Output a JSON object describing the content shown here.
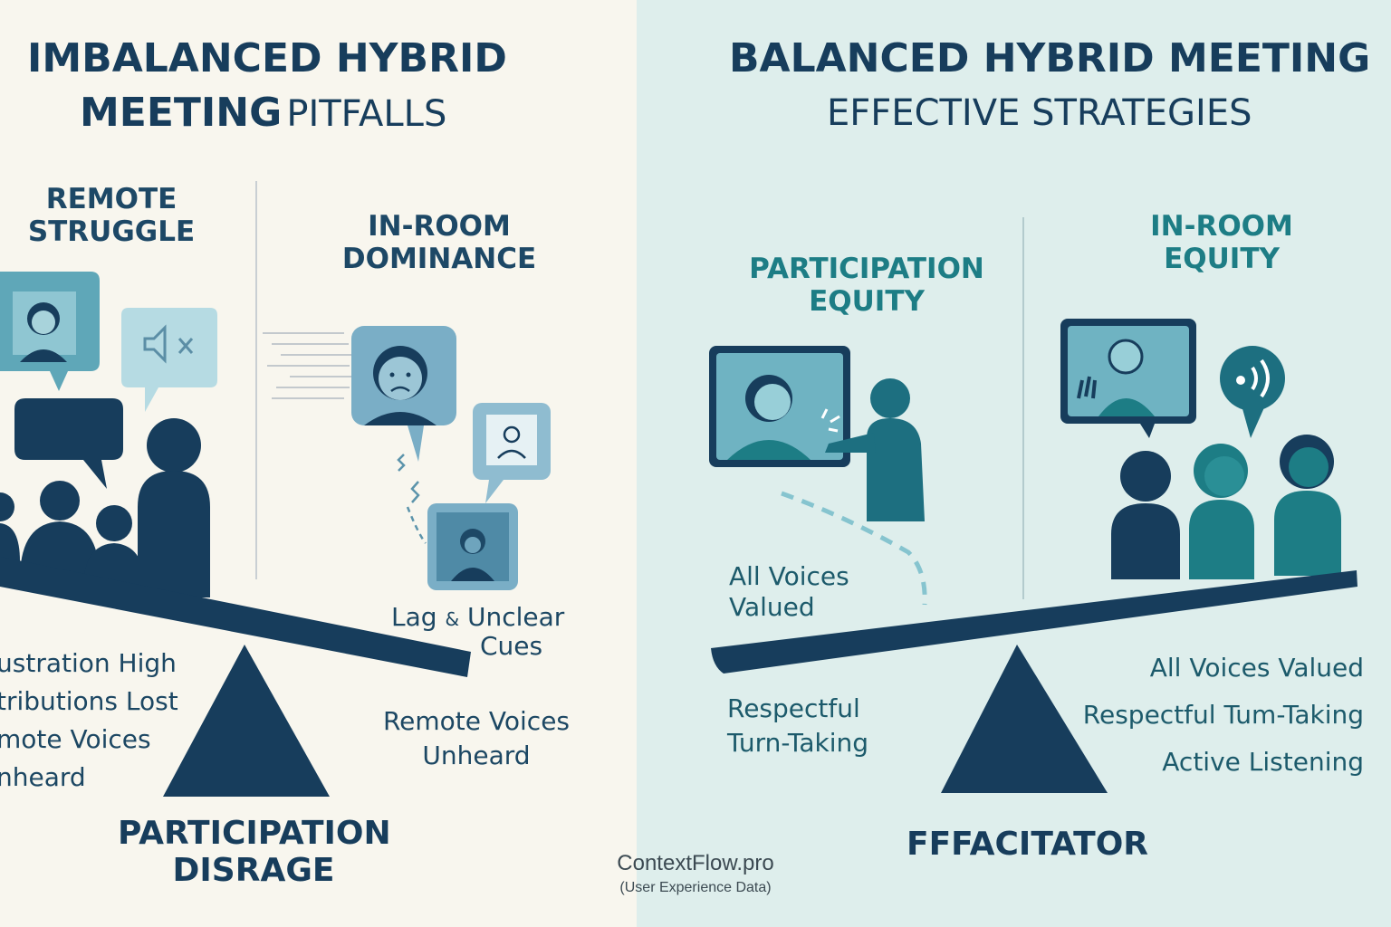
{
  "left": {
    "title_line1": "IMBALANCED HYBRID",
    "title_line2_bold": "MEETING",
    "title_line2_light": "PITFALLS",
    "remote_heading": [
      "REMOTE",
      "STRUGGLE"
    ],
    "inroom_heading": [
      "IN-ROOM",
      "DOMINANCE"
    ],
    "lag_label": [
      "Lag",
      "&",
      "Unclear",
      "Cues"
    ],
    "bullets": [
      "ustration High",
      "tributions Lost",
      "mote Voices",
      "nheard"
    ],
    "remote_voices": [
      "Remote Voices",
      "Unheard"
    ],
    "footer": [
      "PARTICIPATION",
      "DISRAGE"
    ]
  },
  "right": {
    "title_line1": "BALANCED HYBRID MEETING",
    "title_line2": "EFFECTIVE STRATEGIES",
    "participation_heading": [
      "PARTICIPATION",
      "EQUITY"
    ],
    "inroom_heading": [
      "IN-ROOM",
      "EQUITY"
    ],
    "all_voices_left": [
      "All Voices",
      "Valued"
    ],
    "respectful_left": [
      "Respectful",
      "Turn-Taking"
    ],
    "bullets": [
      "All Voices Valued",
      "Respectful Tum-Taking",
      "Active  Listening"
    ],
    "footer": "FFFACITATOR"
  },
  "watermark": {
    "brand": "ContextFlow.pro",
    "note": "(User Experience Data)"
  },
  "colors": {
    "left_bg": "#f8f6ee",
    "right_bg": "#deeeec",
    "navy": "#173d5c",
    "teal": "#1d7d85",
    "light_teal": "#6fb3c2"
  },
  "icons": [
    "muted-speaker-icon",
    "speaker-sound-icon",
    "hand-wave-icon",
    "lightning-icon"
  ]
}
